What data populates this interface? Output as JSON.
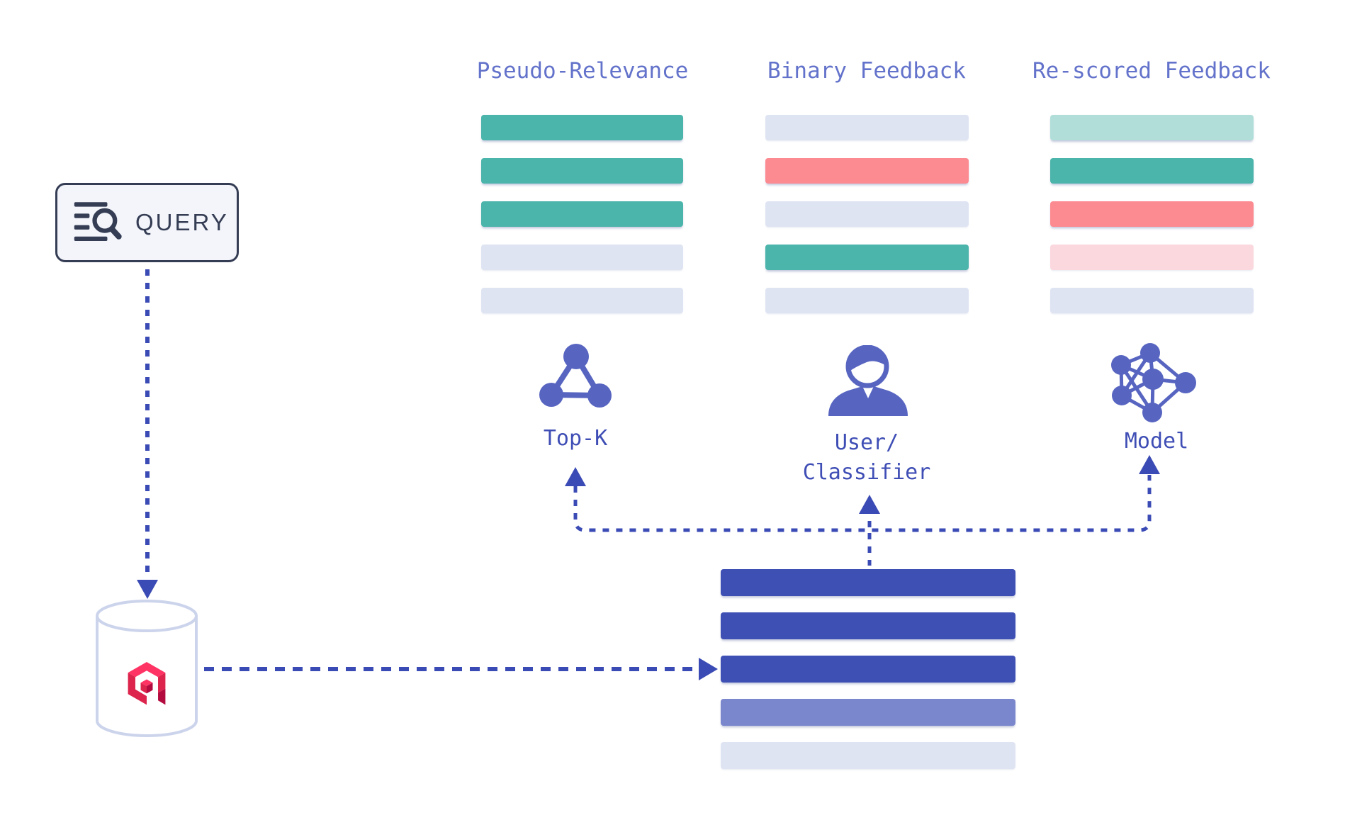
{
  "palette": {
    "teal": "#4bb4ab",
    "mint": "#b2ded9",
    "salmon": "#fc8a91",
    "pink": "#fbd8de",
    "muted": "#dfe4f3",
    "indigo": "#3e50b4",
    "indigo_light": "#7a87cd",
    "line": "#3b4bb5",
    "icon": "#5765c1",
    "header_text": "#6372ca",
    "label_text": "#3f4eb5",
    "query_ink": "#353d54",
    "query_bg": "#f3f5fb",
    "cylinder_stroke": "#ccd4ec",
    "logo_red": "#dc244c",
    "logo_red_light": "#ff3364",
    "logo_red_dark": "#b30b3f"
  },
  "columns": [
    {
      "title": "Pseudo-Relevance",
      "bars": [
        "teal",
        "teal",
        "teal",
        "muted",
        "muted"
      ],
      "processor": {
        "label_lines": [
          "Top-K"
        ],
        "icon": "cluster-icon"
      }
    },
    {
      "title": "Binary Feedback",
      "bars": [
        "muted",
        "salmon",
        "muted",
        "teal",
        "muted"
      ],
      "processor": {
        "label_lines": [
          "User/",
          "Classifier"
        ],
        "icon": "user-icon"
      }
    },
    {
      "title": "Re-scored Feedback",
      "bars": [
        "mint",
        "teal",
        "salmon",
        "pink",
        "muted"
      ],
      "processor": {
        "label_lines": [
          "Model"
        ],
        "icon": "neural-network-icon"
      }
    }
  ],
  "query_box": {
    "label": "QUERY",
    "icon": "search-list-icon"
  },
  "database": {
    "icon": "qdrant-logo"
  },
  "result_list": {
    "bars": [
      "indigo",
      "indigo",
      "indigo",
      "indigo_light",
      "muted"
    ]
  }
}
